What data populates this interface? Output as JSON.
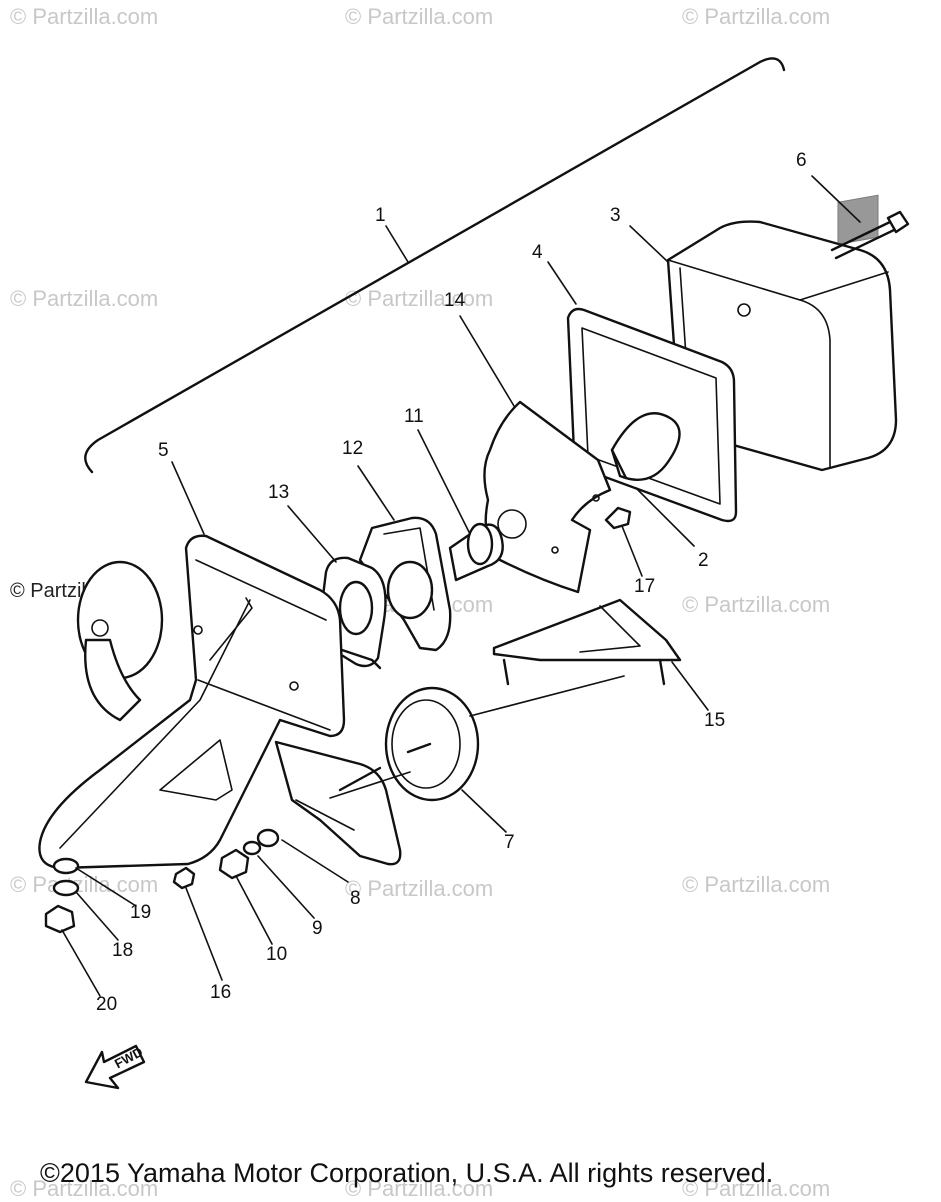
{
  "watermarks": {
    "text": "© Partzilla.com",
    "bold_text": "© Partzilla.com"
  },
  "callouts": {
    "c1": "1",
    "c2": "2",
    "c3": "3",
    "c4": "4",
    "c5": "5",
    "c6": "6",
    "c7": "7",
    "c8": "8",
    "c9": "9",
    "c10": "10",
    "c11": "11",
    "c12": "12",
    "c13": "13",
    "c14": "14",
    "c15": "15",
    "c16": "16",
    "c17": "17",
    "c18": "18",
    "c19": "19",
    "c20": "20"
  },
  "fwd_label": "FWD",
  "copyright": "©2015  Yamaha Motor Corporation, U.S.A. All rights reserved."
}
